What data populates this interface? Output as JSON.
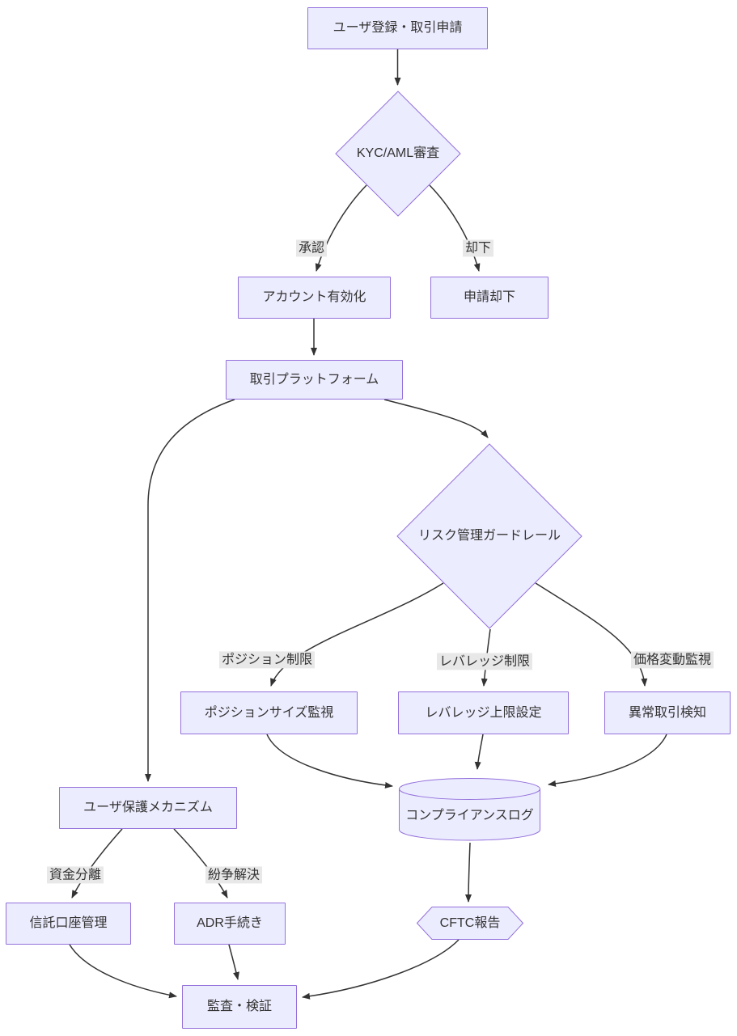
{
  "diagram": {
    "title": "trading-compliance-flowchart",
    "colors": {
      "node_fill": "#ECECFF",
      "node_border": "#9370DB",
      "edge_line": "#333333",
      "text": "#333333",
      "edge_label_bg": "#e8e8e8"
    },
    "nodes": {
      "register": {
        "label": "ユーザ登録・取引申請",
        "shape": "rect"
      },
      "kyc": {
        "label": "KYC/AML審査",
        "shape": "diamond"
      },
      "activate": {
        "label": "アカウント有効化",
        "shape": "rect"
      },
      "reject": {
        "label": "申請却下",
        "shape": "rect"
      },
      "platform": {
        "label": "取引プラットフォーム",
        "shape": "rect"
      },
      "risk": {
        "label": "リスク管理ガードレール",
        "shape": "diamond"
      },
      "position": {
        "label": "ポジションサイズ監視",
        "shape": "rect"
      },
      "leverage": {
        "label": "レバレッジ上限設定",
        "shape": "rect"
      },
      "anomaly": {
        "label": "異常取引検知",
        "shape": "rect"
      },
      "log": {
        "label": "コンプライアンスログ",
        "shape": "cylinder"
      },
      "protect": {
        "label": "ユーザ保護メカニズム",
        "shape": "rect"
      },
      "trust": {
        "label": "信託口座管理",
        "shape": "rect"
      },
      "adr": {
        "label": "ADR手続き",
        "shape": "rect"
      },
      "cftc": {
        "label": "CFTC報告",
        "shape": "hexagon"
      },
      "audit": {
        "label": "監査・検証",
        "shape": "rect"
      }
    },
    "edge_labels": {
      "approve": "承認",
      "rejected": "却下",
      "position_limit": "ポジション制限",
      "leverage_limit": "レバレッジ制限",
      "price_monitor": "価格変動監視",
      "fund_segregation": "資金分離",
      "dispute_resolution": "紛争解決"
    }
  }
}
